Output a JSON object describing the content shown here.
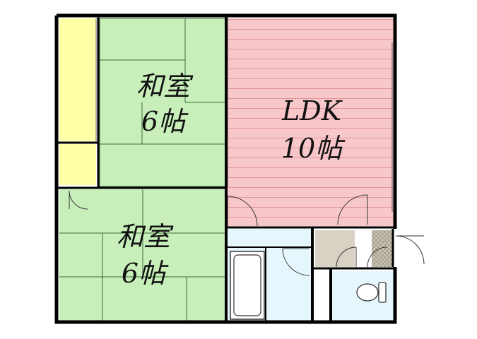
{
  "rooms": {
    "washitsu_top": {
      "name": "和室",
      "size": "6帖"
    },
    "washitsu_bottom": {
      "name": "和室",
      "size": "6帖"
    },
    "ldk": {
      "name": "LDK",
      "size": "10帖"
    }
  },
  "colors": {
    "tatami": "#c8efba",
    "tatami_line": "#3b6b3b",
    "ldk_floor": "#f8c7c9",
    "ldk_line": "#d98a90",
    "closet": "#ffffa8",
    "wet_area": "#e6f6fd",
    "entrance": "#d7d2c4",
    "wall": "#000000"
  }
}
